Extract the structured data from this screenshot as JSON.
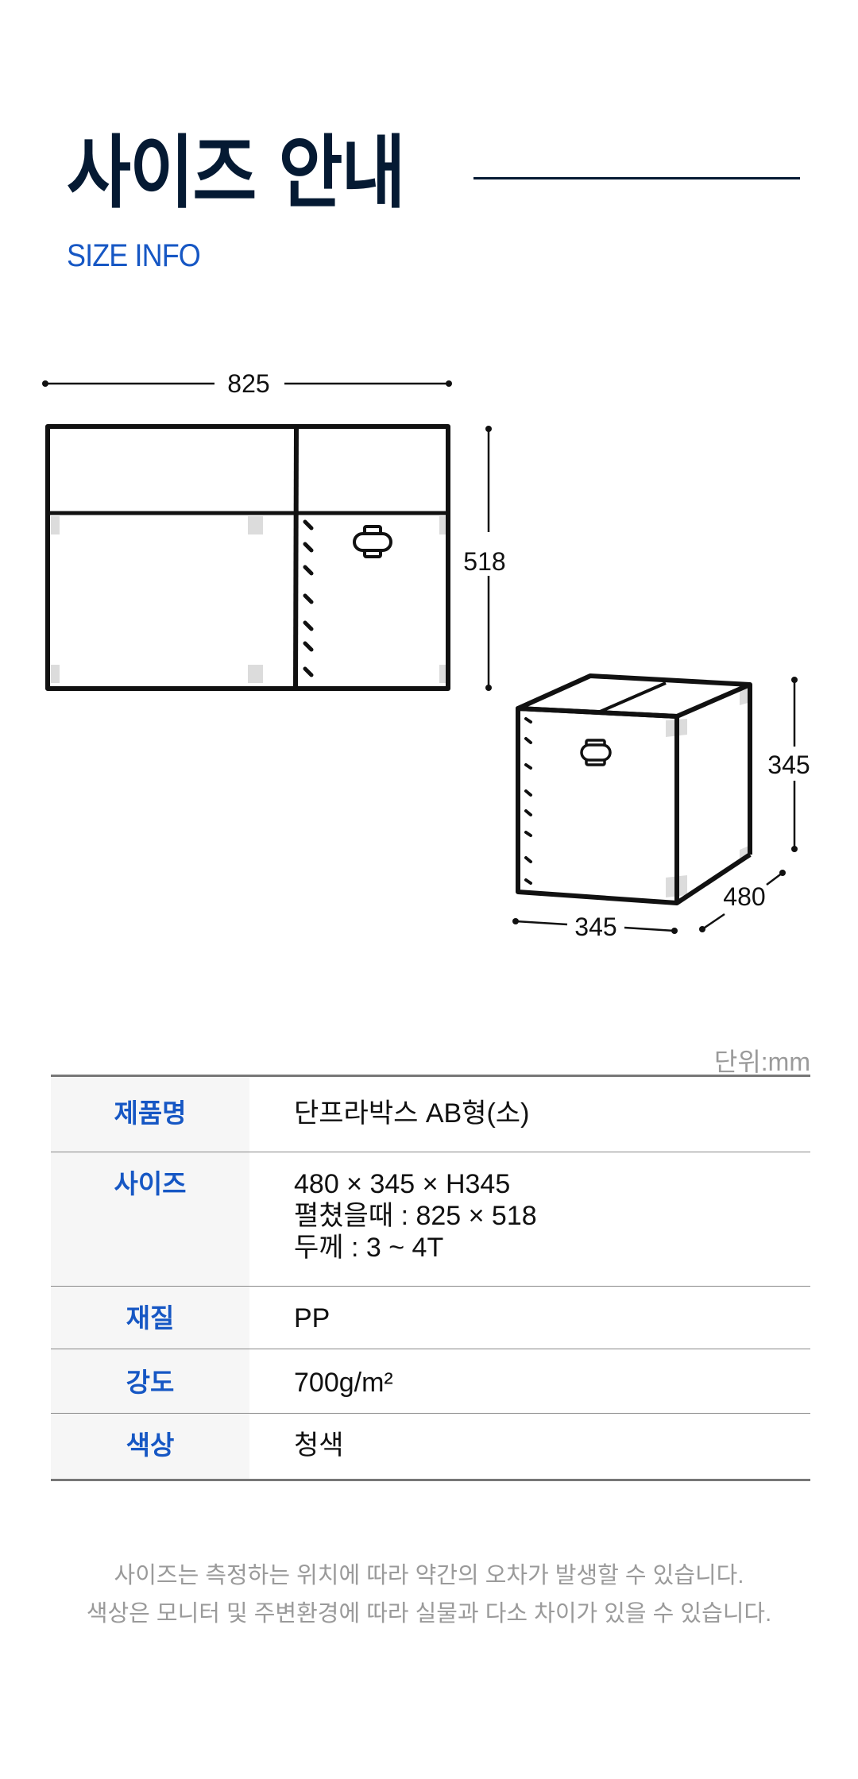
{
  "header": {
    "title": "사이즈 안내",
    "subtitle": "SIZE INFO"
  },
  "diagram": {
    "unfolded": {
      "width_label": "825",
      "height_label": "518"
    },
    "box": {
      "height_label": "345",
      "depth_label": "480",
      "width_label": "345"
    }
  },
  "spec_table": {
    "unit_label": "단위:mm",
    "rows": [
      {
        "label": "제품명",
        "lines": [
          "단프라박스 AB형(소)"
        ]
      },
      {
        "label": "사이즈",
        "lines": [
          "480 × 345 × H345",
          "펼쳤을때 : 825 × 518",
          "두께 : 3 ~ 4T"
        ]
      },
      {
        "label": "재질",
        "lines": [
          "PP"
        ]
      },
      {
        "label": "강도",
        "lines": [
          "700g/m²"
        ]
      },
      {
        "label": "색상",
        "lines": [
          "청색"
        ]
      }
    ]
  },
  "notes": [
    "사이즈는 측정하는 위치에 따라 약간의 오차가 발생할 수 있습니다.",
    "색상은 모니터 및 주변환경에 따라 실물과 다소 차이가 있을 수 있습니다."
  ],
  "colors": {
    "title": "#051a33",
    "accent_blue": "#1657c4",
    "muted_gray": "#9a9a9a",
    "label_bg": "#f6f6f6"
  }
}
